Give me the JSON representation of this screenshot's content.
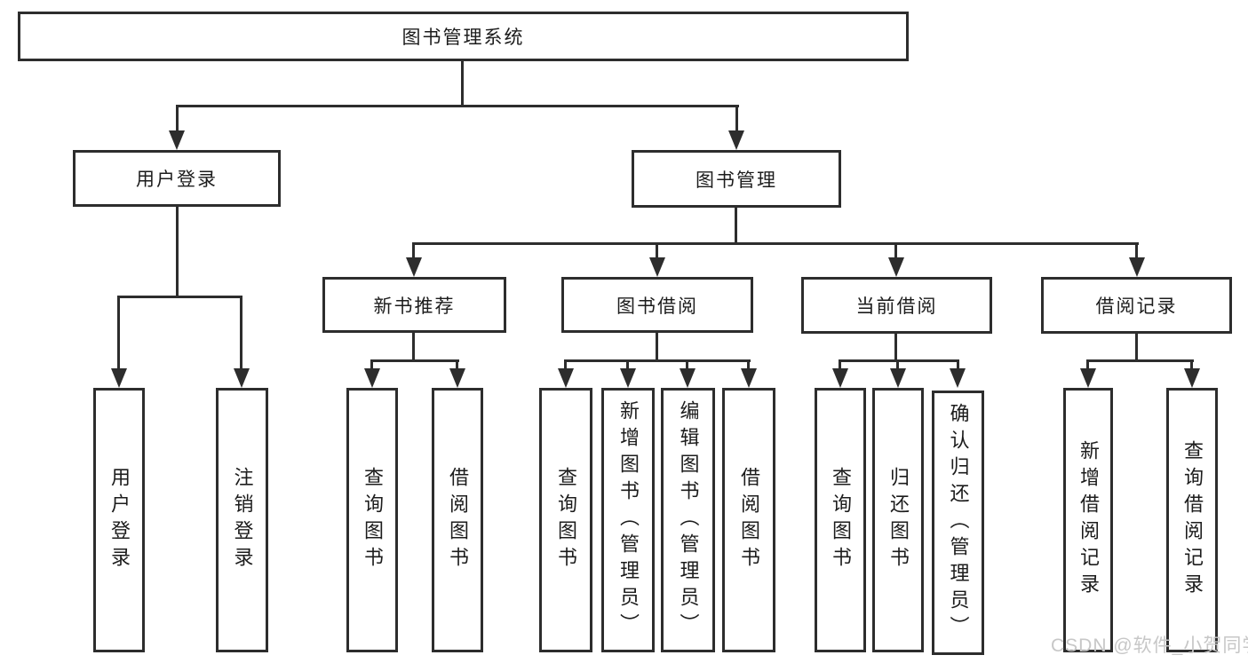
{
  "tree": {
    "label": "图书管理系统",
    "children": [
      {
        "label": "用户登录",
        "children": [
          {
            "label": "用户登录"
          },
          {
            "label": "注销登录"
          }
        ]
      },
      {
        "label": "图书管理",
        "children": [
          {
            "label": "新书推荐",
            "children": [
              {
                "label": "查询图书"
              },
              {
                "label": "借阅图书"
              }
            ]
          },
          {
            "label": "图书借阅",
            "children": [
              {
                "label": "查询图书"
              },
              {
                "label": "新增图书（管理员）"
              },
              {
                "label": "编辑图书（管理员）"
              },
              {
                "label": "借阅图书"
              }
            ]
          },
          {
            "label": "当前借阅",
            "children": [
              {
                "label": "查询图书"
              },
              {
                "label": "归还图书"
              },
              {
                "label": "确认归还（管理员）"
              }
            ]
          },
          {
            "label": "借阅记录",
            "children": [
              {
                "label": "新增借阅记录"
              },
              {
                "label": "查询借阅记录"
              }
            ]
          }
        ]
      }
    ]
  },
  "watermark": {
    "text": "CSDN @软件_小贺同学"
  },
  "colors": {
    "line": "#2d2d2d",
    "text": "#1c1c1c",
    "watermark": "#c7c7c7",
    "background": "#ffffff"
  }
}
